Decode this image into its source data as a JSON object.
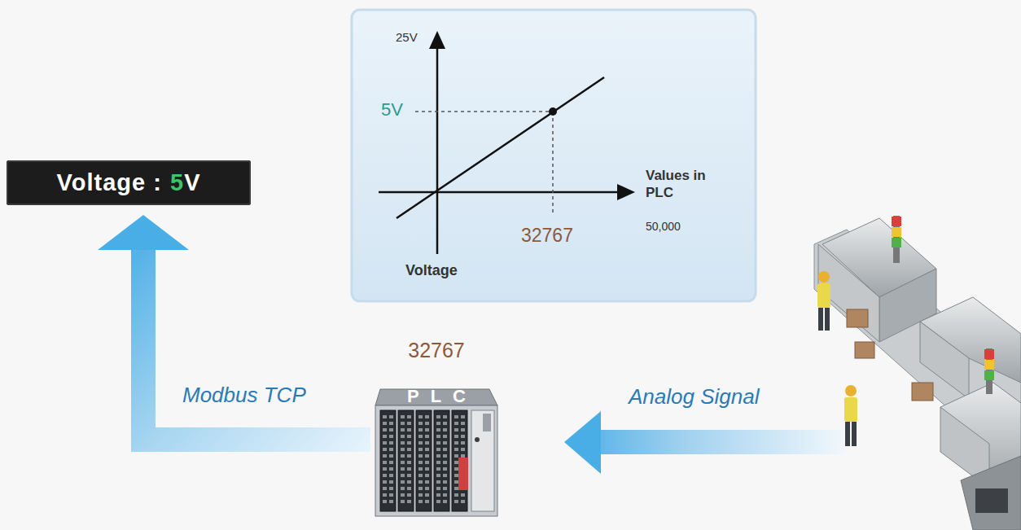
{
  "diagram": {
    "nodes": [
      {
        "text": [
          "Voltage :",
          "5",
          "V"
        ]
      },
      {
        "text": [
          "32767",
          "PLC"
        ]
      }
    ],
    "edges": [
      {
        "from": 1,
        "to": 0,
        "arrow": "to",
        "label": "Modbus TCP"
      }
    ],
    "labels": [
      "25V",
      "5V",
      "Values in PLC",
      "50,000",
      "32767",
      "Voltage",
      "Analog Signal"
    ]
  }
}
